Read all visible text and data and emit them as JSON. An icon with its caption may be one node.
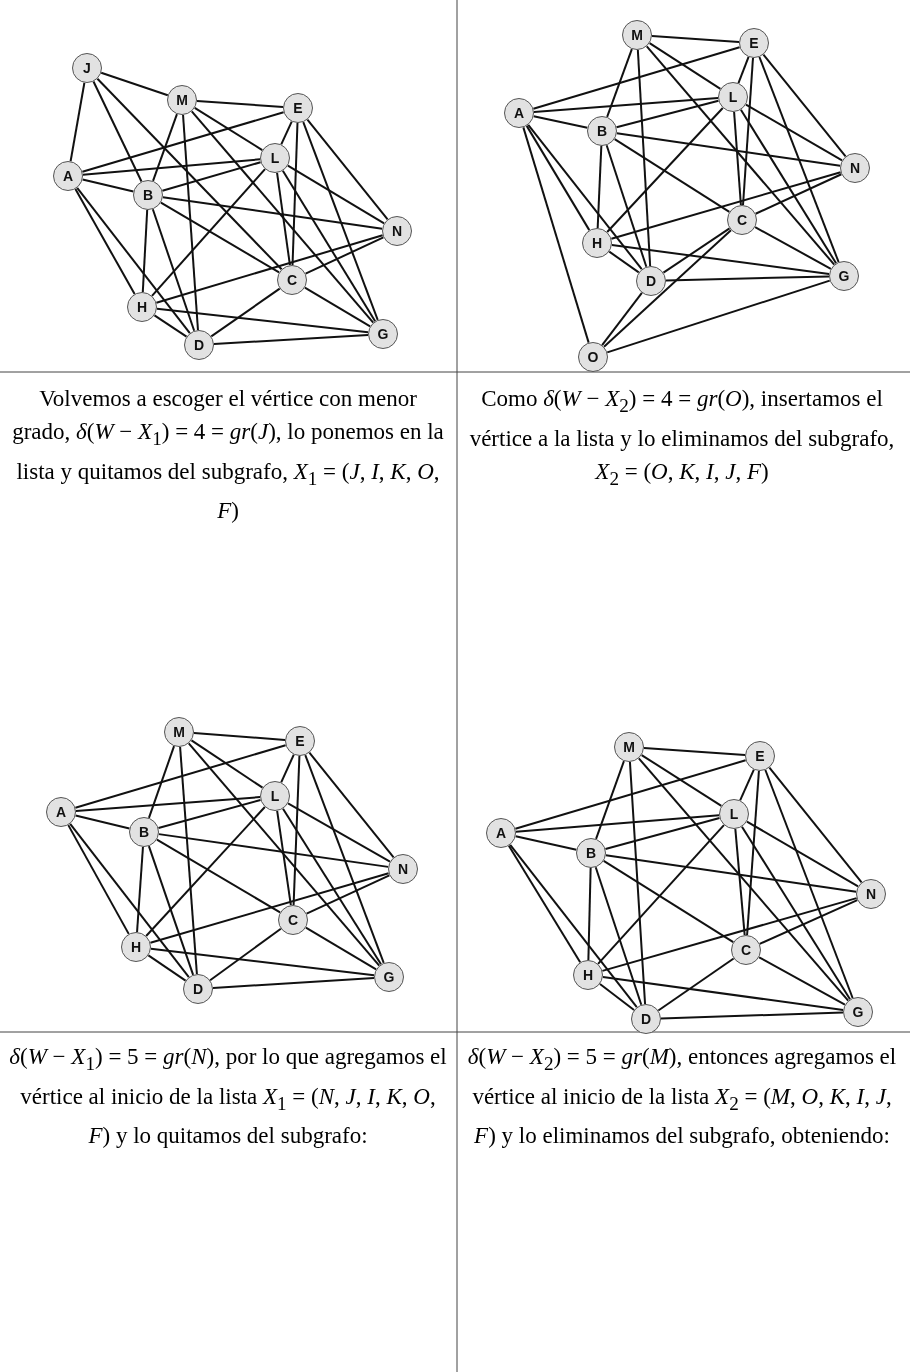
{
  "diagram": {
    "nodes": [
      {
        "text": [
          "J"
        ]
      },
      {
        "text": [
          "M"
        ]
      },
      {
        "text": [
          "E"
        ]
      },
      {
        "text": [
          "L"
        ]
      },
      {
        "text": [
          "A"
        ]
      },
      {
        "text": [
          "B"
        ]
      },
      {
        "text": [
          "N"
        ]
      },
      {
        "text": [
          "C"
        ]
      },
      {
        "text": [
          "H"
        ]
      },
      {
        "text": [
          "G"
        ]
      },
      {
        "text": [
          "D"
        ]
      },
      {
        "text": [
          "M"
        ]
      },
      {
        "text": [
          "E"
        ]
      },
      {
        "text": [
          "L"
        ]
      },
      {
        "text": [
          "A"
        ]
      },
      {
        "text": [
          "B"
        ]
      },
      {
        "text": [
          "N"
        ]
      },
      {
        "text": [
          "C"
        ]
      },
      {
        "text": [
          "H"
        ]
      },
      {
        "text": [
          "G"
        ]
      },
      {
        "text": [
          "D"
        ]
      },
      {
        "text": [
          "O"
        ]
      },
      {
        "text": [
          "M"
        ]
      },
      {
        "text": [
          "E"
        ]
      },
      {
        "text": [
          "L"
        ]
      },
      {
        "text": [
          "A"
        ]
      },
      {
        "text": [
          "B"
        ]
      },
      {
        "text": [
          "N"
        ]
      },
      {
        "text": [
          "C"
        ]
      },
      {
        "text": [
          "H"
        ]
      },
      {
        "text": [
          "G"
        ]
      },
      {
        "text": [
          "D"
        ]
      },
      {
        "text": [
          "M"
        ]
      },
      {
        "text": [
          "E"
        ]
      },
      {
        "text": [
          "L"
        ]
      },
      {
        "text": [
          "A"
        ]
      },
      {
        "text": [
          "B"
        ]
      },
      {
        "text": [
          "N"
        ]
      },
      {
        "text": [
          "C"
        ]
      },
      {
        "text": [
          "H"
        ]
      },
      {
        "text": [
          "G"
        ]
      },
      {
        "text": [
          "D"
        ]
      }
    ],
    "edges": [
      {
        "from": 0,
        "to": 1,
        "arrow": "none"
      },
      {
        "from": 0,
        "to": 4,
        "arrow": "none"
      },
      {
        "from": 0,
        "to": 5,
        "arrow": "none"
      },
      {
        "from": 0,
        "to": 7,
        "arrow": "none"
      },
      {
        "from": 1,
        "to": 2,
        "arrow": "none"
      },
      {
        "from": 1,
        "to": 5,
        "arrow": "none"
      },
      {
        "from": 1,
        "to": 10,
        "arrow": "none"
      },
      {
        "from": 1,
        "to": 3,
        "arrow": "none"
      },
      {
        "from": 1,
        "to": 9,
        "arrow": "none"
      },
      {
        "from": 2,
        "to": 4,
        "arrow": "none"
      },
      {
        "from": 2,
        "to": 3,
        "arrow": "none"
      },
      {
        "from": 2,
        "to": 7,
        "arrow": "none"
      },
      {
        "from": 2,
        "to": 9,
        "arrow": "none"
      },
      {
        "from": 2,
        "to": 6,
        "arrow": "none"
      },
      {
        "from": 3,
        "to": 4,
        "arrow": "none"
      },
      {
        "from": 3,
        "to": 5,
        "arrow": "none"
      },
      {
        "from": 3,
        "to": 8,
        "arrow": "none"
      },
      {
        "from": 3,
        "to": 7,
        "arrow": "none"
      },
      {
        "from": 3,
        "to": 9,
        "arrow": "none"
      },
      {
        "from": 3,
        "to": 6,
        "arrow": "none"
      },
      {
        "from": 4,
        "to": 5,
        "arrow": "none"
      },
      {
        "from": 4,
        "to": 8,
        "arrow": "none"
      },
      {
        "from": 4,
        "to": 10,
        "arrow": "none"
      },
      {
        "from": 5,
        "to": 6,
        "arrow": "none"
      },
      {
        "from": 5,
        "to": 7,
        "arrow": "none"
      },
      {
        "from": 5,
        "to": 8,
        "arrow": "none"
      },
      {
        "from": 5,
        "to": 10,
        "arrow": "none"
      },
      {
        "from": 6,
        "to": 8,
        "arrow": "none"
      },
      {
        "from": 6,
        "to": 7,
        "arrow": "none"
      },
      {
        "from": 7,
        "to": 10,
        "arrow": "none"
      },
      {
        "from": 7,
        "to": 9,
        "arrow": "none"
      },
      {
        "from": 8,
        "to": 10,
        "arrow": "none"
      },
      {
        "from": 8,
        "to": 9,
        "arrow": "none"
      },
      {
        "from": 10,
        "to": 9,
        "arrow": "none"
      },
      {
        "from": 11,
        "to": 12,
        "arrow": "none"
      },
      {
        "from": 11,
        "to": 15,
        "arrow": "none"
      },
      {
        "from": 11,
        "to": 20,
        "arrow": "none"
      },
      {
        "from": 11,
        "to": 13,
        "arrow": "none"
      },
      {
        "from": 11,
        "to": 19,
        "arrow": "none"
      },
      {
        "from": 12,
        "to": 14,
        "arrow": "none"
      },
      {
        "from": 12,
        "to": 13,
        "arrow": "none"
      },
      {
        "from": 12,
        "to": 17,
        "arrow": "none"
      },
      {
        "from": 12,
        "to": 19,
        "arrow": "none"
      },
      {
        "from": 12,
        "to": 16,
        "arrow": "none"
      },
      {
        "from": 13,
        "to": 14,
        "arrow": "none"
      },
      {
        "from": 13,
        "to": 15,
        "arrow": "none"
      },
      {
        "from": 13,
        "to": 18,
        "arrow": "none"
      },
      {
        "from": 13,
        "to": 17,
        "arrow": "none"
      },
      {
        "from": 13,
        "to": 19,
        "arrow": "none"
      },
      {
        "from": 13,
        "to": 16,
        "arrow": "none"
      },
      {
        "from": 14,
        "to": 15,
        "arrow": "none"
      },
      {
        "from": 14,
        "to": 18,
        "arrow": "none"
      },
      {
        "from": 14,
        "to": 20,
        "arrow": "none"
      },
      {
        "from": 15,
        "to": 16,
        "arrow": "none"
      },
      {
        "from": 15,
        "to": 17,
        "arrow": "none"
      },
      {
        "from": 15,
        "to": 18,
        "arrow": "none"
      },
      {
        "from": 15,
        "to": 20,
        "arrow": "none"
      },
      {
        "from": 16,
        "to": 18,
        "arrow": "none"
      },
      {
        "from": 16,
        "to": 17,
        "arrow": "none"
      },
      {
        "from": 17,
        "to": 20,
        "arrow": "none"
      },
      {
        "from": 17,
        "to": 19,
        "arrow": "none"
      },
      {
        "from": 18,
        "to": 20,
        "arrow": "none"
      },
      {
        "from": 18,
        "to": 19,
        "arrow": "none"
      },
      {
        "from": 20,
        "to": 19,
        "arrow": "none"
      },
      {
        "from": 21,
        "to": 14,
        "arrow": "none"
      },
      {
        "from": 21,
        "to": 20,
        "arrow": "none"
      },
      {
        "from": 21,
        "to": 17,
        "arrow": "none"
      },
      {
        "from": 21,
        "to": 19,
        "arrow": "none"
      },
      {
        "from": 22,
        "to": 23,
        "arrow": "none"
      },
      {
        "from": 22,
        "to": 26,
        "arrow": "none"
      },
      {
        "from": 22,
        "to": 31,
        "arrow": "none"
      },
      {
        "from": 22,
        "to": 24,
        "arrow": "none"
      },
      {
        "from": 22,
        "to": 30,
        "arrow": "none"
      },
      {
        "from": 23,
        "to": 25,
        "arrow": "none"
      },
      {
        "from": 23,
        "to": 24,
        "arrow": "none"
      },
      {
        "from": 23,
        "to": 28,
        "arrow": "none"
      },
      {
        "from": 23,
        "to": 30,
        "arrow": "none"
      },
      {
        "from": 23,
        "to": 27,
        "arrow": "none"
      },
      {
        "from": 24,
        "to": 25,
        "arrow": "none"
      },
      {
        "from": 24,
        "to": 26,
        "arrow": "none"
      },
      {
        "from": 24,
        "to": 29,
        "arrow": "none"
      },
      {
        "from": 24,
        "to": 28,
        "arrow": "none"
      },
      {
        "from": 24,
        "to": 30,
        "arrow": "none"
      },
      {
        "from": 24,
        "to": 27,
        "arrow": "none"
      },
      {
        "from": 25,
        "to": 26,
        "arrow": "none"
      },
      {
        "from": 25,
        "to": 29,
        "arrow": "none"
      },
      {
        "from": 25,
        "to": 31,
        "arrow": "none"
      },
      {
        "from": 26,
        "to": 27,
        "arrow": "none"
      },
      {
        "from": 26,
        "to": 28,
        "arrow": "none"
      },
      {
        "from": 26,
        "to": 29,
        "arrow": "none"
      },
      {
        "from": 26,
        "to": 31,
        "arrow": "none"
      },
      {
        "from": 27,
        "to": 29,
        "arrow": "none"
      },
      {
        "from": 27,
        "to": 28,
        "arrow": "none"
      },
      {
        "from": 28,
        "to": 31,
        "arrow": "none"
      },
      {
        "from": 28,
        "to": 30,
        "arrow": "none"
      },
      {
        "from": 29,
        "to": 31,
        "arrow": "none"
      },
      {
        "from": 29,
        "to": 30,
        "arrow": "none"
      },
      {
        "from": 31,
        "to": 30,
        "arrow": "none"
      },
      {
        "from": 32,
        "to": 33,
        "arrow": "none"
      },
      {
        "from": 32,
        "to": 36,
        "arrow": "none"
      },
      {
        "from": 32,
        "to": 41,
        "arrow": "none"
      },
      {
        "from": 32,
        "to": 34,
        "arrow": "none"
      },
      {
        "from": 32,
        "to": 40,
        "arrow": "none"
      },
      {
        "from": 33,
        "to": 35,
        "arrow": "none"
      },
      {
        "from": 33,
        "to": 34,
        "arrow": "none"
      },
      {
        "from": 33,
        "to": 38,
        "arrow": "none"
      },
      {
        "from": 33,
        "to": 40,
        "arrow": "none"
      },
      {
        "from": 33,
        "to": 37,
        "arrow": "none"
      },
      {
        "from": 34,
        "to": 35,
        "arrow": "none"
      },
      {
        "from": 34,
        "to": 36,
        "arrow": "none"
      },
      {
        "from": 34,
        "to": 39,
        "arrow": "none"
      },
      {
        "from": 34,
        "to": 38,
        "arrow": "none"
      },
      {
        "from": 34,
        "to": 40,
        "arrow": "none"
      },
      {
        "from": 34,
        "to": 37,
        "arrow": "none"
      },
      {
        "from": 35,
        "to": 36,
        "arrow": "none"
      },
      {
        "from": 35,
        "to": 39,
        "arrow": "none"
      },
      {
        "from": 35,
        "to": 41,
        "arrow": "none"
      },
      {
        "from": 36,
        "to": 37,
        "arrow": "none"
      },
      {
        "from": 36,
        "to": 38,
        "arrow": "none"
      },
      {
        "from": 36,
        "to": 39,
        "arrow": "none"
      },
      {
        "from": 36,
        "to": 41,
        "arrow": "none"
      },
      {
        "from": 37,
        "to": 39,
        "arrow": "none"
      },
      {
        "from": 37,
        "to": 38,
        "arrow": "none"
      },
      {
        "from": 38,
        "to": 41,
        "arrow": "none"
      },
      {
        "from": 38,
        "to": 40,
        "arrow": "none"
      },
      {
        "from": 39,
        "to": 41,
        "arrow": "none"
      },
      {
        "from": 39,
        "to": 40,
        "arrow": "none"
      },
      {
        "from": 41,
        "to": 40,
        "arrow": "none"
      }
    ],
    "labels": [
      "Volvemos a escoger el vértice con menor grado, *δ*(*W* − *X*$_{1}$) = 4 = *gr*(*J*), lo ponemos en la lista y quitamos del subgrafo, *X*$_{1}$ = (*J*, *I*, *K*, *O*, *F*)",
      "Como *δ*(*W* − *X*$_{2}$) = 4 = *gr*(*O*), insertamos el vértice a la lista y lo eliminamos del subgrafo, *X*$_{2}$ = (*O*, *K*, *I*, *J*, *F*)",
      "*δ*(*W* − *X*$_{1}$) = 5 = *gr*(*N*), por lo que agregamos el vértice al inicio de la lista *X*$_{1}$ = (*N*, *J*, *I*, *K*, *O*, *F*) y lo quitamos del subgrafo:",
      "*δ*(*W* − *X*$_{2}$) = 5 = *gr*(*M*), entonces agregamos el vértice al inicio de la lista *X*$_{2}$ = (*M*, *O*, *K*, *I*, *J*, *F*) y lo eliminamos del subgrafo, obteniendo:"
    ]
  }
}
